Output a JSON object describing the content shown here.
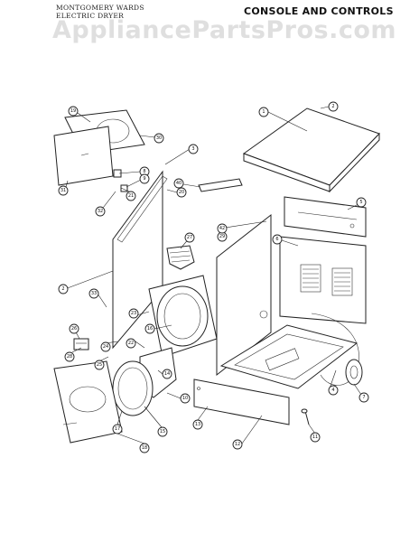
{
  "header": {
    "line1": "MONTGOMERY WARDS",
    "line2": "ELECTRIC DRYER",
    "title": "CONSOLE AND CONTROLS"
  },
  "watermark": "AppliancePartsPros.com",
  "callouts": [
    {
      "id": "c1",
      "label": "1"
    },
    {
      "id": "c2",
      "label": "2"
    },
    {
      "id": "c3",
      "label": "3"
    },
    {
      "id": "c4",
      "label": "4"
    },
    {
      "id": "c5",
      "label": "5"
    },
    {
      "id": "c6",
      "label": "6"
    },
    {
      "id": "c7",
      "label": "7"
    },
    {
      "id": "c8",
      "label": "8"
    },
    {
      "id": "c9",
      "label": "9"
    },
    {
      "id": "c10",
      "label": "10"
    },
    {
      "id": "c11",
      "label": "11"
    },
    {
      "id": "c12",
      "label": "12"
    },
    {
      "id": "c13",
      "label": "13"
    },
    {
      "id": "c14",
      "label": "14"
    },
    {
      "id": "c15",
      "label": "15"
    },
    {
      "id": "c16",
      "label": "16"
    },
    {
      "id": "c17",
      "label": "17"
    },
    {
      "id": "c18",
      "label": "18"
    },
    {
      "id": "c19",
      "label": "19"
    },
    {
      "id": "c20",
      "label": "20"
    },
    {
      "id": "c21",
      "label": "21"
    },
    {
      "id": "c22",
      "label": "22"
    },
    {
      "id": "c23",
      "label": "23"
    },
    {
      "id": "c24",
      "label": "24"
    },
    {
      "id": "c25",
      "label": "25"
    },
    {
      "id": "c26",
      "label": "26"
    },
    {
      "id": "c27",
      "label": "27"
    },
    {
      "id": "c28",
      "label": "28"
    },
    {
      "id": "c29",
      "label": "29"
    },
    {
      "id": "c30",
      "label": "30"
    },
    {
      "id": "c31",
      "label": "31"
    },
    {
      "id": "c32",
      "label": "32"
    },
    {
      "id": "c33",
      "label": "33"
    },
    {
      "id": "c40",
      "label": "40"
    },
    {
      "id": "c42",
      "label": "42"
    }
  ]
}
